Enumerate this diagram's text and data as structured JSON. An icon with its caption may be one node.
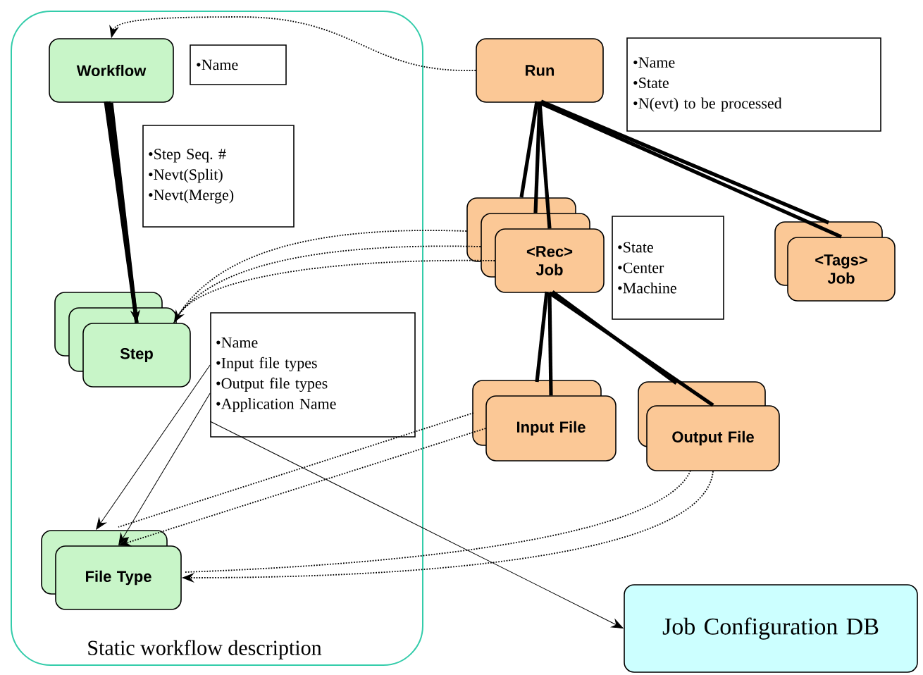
{
  "diagram": {
    "nodes": [
      {
        "text": [
          "Static workflow description"
        ]
      },
      {
        "text": [
          "Workflow"
        ],
        "in": 0
      },
      {
        "text": [
          "•Name"
        ],
        "in": 0
      },
      {
        "text": [
          "•Step Seq. #",
          "•Nevt(Split)",
          "•Nevt(Merge)"
        ],
        "in": 0
      },
      {
        "text": [
          "Step"
        ],
        "in": 0
      },
      {
        "text": [
          "•Name",
          "•Input file types",
          "•Output file types",
          "•Application Name"
        ],
        "in": 0
      },
      {
        "text": [
          "File Type"
        ],
        "in": 0
      },
      {
        "text": [
          "Run"
        ]
      },
      {
        "text": [
          "•Name",
          "•State",
          "•N(evt) to be processed"
        ]
      },
      {
        "text": [
          "<Rec> Job"
        ]
      },
      {
        "text": [
          "•State",
          "•Center",
          "•Machine"
        ]
      },
      {
        "text": [
          "<Tags> Job"
        ]
      },
      {
        "text": [
          "Input File"
        ]
      },
      {
        "text": [
          "Output File"
        ]
      },
      {
        "text": [
          "Job Configuration DB"
        ]
      }
    ],
    "edges": [
      {
        "from": 7,
        "to": 1,
        "arrow": "to",
        "style": "dashed"
      },
      {
        "from": 1,
        "to": 4,
        "arrow": "to",
        "style": "thick"
      },
      {
        "from": 7,
        "to": 9,
        "arrow": "none",
        "style": "thick"
      },
      {
        "from": 7,
        "to": 11,
        "arrow": "none",
        "style": "thick"
      },
      {
        "from": 9,
        "to": 12,
        "arrow": "none",
        "style": "thick"
      },
      {
        "from": 9,
        "to": 13,
        "arrow": "none",
        "style": "thick"
      },
      {
        "from": 9,
        "to": 4,
        "arrow": "to",
        "style": "dashed"
      },
      {
        "from": 12,
        "to": 6,
        "arrow": "to",
        "style": "dashed"
      },
      {
        "from": 13,
        "to": 6,
        "arrow": "to",
        "style": "dashed"
      },
      {
        "from": 5,
        "to": 6,
        "arrow": "to"
      },
      {
        "from": 5,
        "to": 6,
        "arrow": "to"
      },
      {
        "from": 5,
        "to": 14,
        "arrow": "to"
      }
    ]
  }
}
